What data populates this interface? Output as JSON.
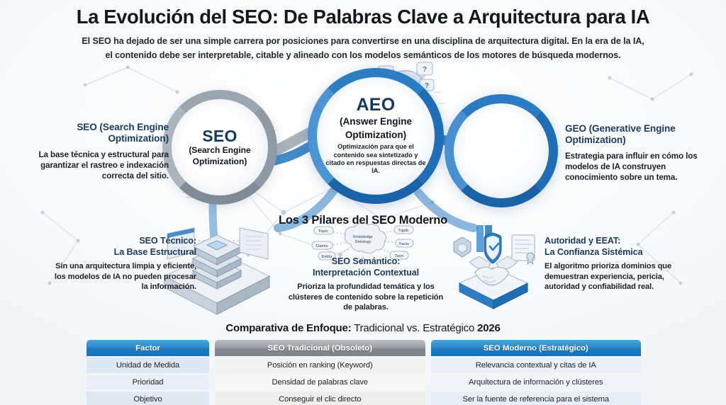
{
  "header": {
    "title": "La Evolución del SEO: De Palabras Clave a Arquitectura para IA",
    "subtitle_line1": "El SEO ha dejado de ser una simple carrera por posiciones para convertirse en una disciplina de arquitectura digital. En la era de la IA,",
    "subtitle_line2": "el contenido debe ser interpretable, citable y alineado con los modelos semánticos de los motores de búsqueda modernos."
  },
  "circles": [
    {
      "id": "seo",
      "acronym": "SEO",
      "expansion_line1": "(Search Engine",
      "expansion_line2": "Optimization)",
      "body": "",
      "ring_color": "#8e9aa5",
      "graphic": "circuit-board-icon"
    },
    {
      "id": "aeo",
      "acronym": "AEO",
      "expansion_line1": "(Answer Engine",
      "expansion_line2": "Optimization)",
      "body": "Optimización para que el contenido sea sintetizado y citado en respuestas directas de IA.",
      "ring_color": "#1f6fb8",
      "graphic": "ai-brain-head-icon"
    },
    {
      "id": "geo",
      "acronym": "",
      "expansion_line1": "",
      "expansion_line2": "",
      "body": "",
      "ring_color": "#1e6db5",
      "graphic": "isometric-cubes-network-icon"
    }
  ],
  "side_blocks": {
    "left": {
      "heading_line1": "SEO (Search Engine",
      "heading_line2": "Optimization)",
      "body": "La base técnica y estructural para garantizar el rastreo e indexación correcta del sitio."
    },
    "right": {
      "heading_line1": "GEO (Generative Engine",
      "heading_line2": "Optimization)",
      "body": "Estrategia para influir en cómo los modelos de IA construyen conocimiento sobre un tema."
    }
  },
  "pillars": {
    "title": "Los 3 Pilares del SEO Moderno",
    "items": [
      {
        "heading_line1": "SEO Técnico:",
        "heading_line2": "La Base Estructural",
        "body": "Sin una arquitectura limpia y eficiente, los modelos de IA no pueden procesar la información.",
        "graphic": "server-stack-icon"
      },
      {
        "heading_line1": "SEO Semántico:",
        "heading_line2": "Interpretación Contextual",
        "body": "Prioriza la profundidad temática y los clústeres de contenido sobre la repetición de palabras.",
        "graphic": "knowledge-graph-icon",
        "graph_center_label": "Knowledge Ontology",
        "graph_node_labels": [
          "Topic",
          "Topic",
          "Claims",
          "Facts",
          "Entity",
          "Topic"
        ]
      },
      {
        "heading_line1": "Autoridad y EEAT:",
        "heading_line2": "La Confianza Sistémica",
        "body": "El algoritmo prioriza dominios que demuestran experiencia, pericia, autoridad y confiabilidad real.",
        "graphic": "handshake-shield-certificate-icon"
      }
    ]
  },
  "table": {
    "title_bold_1": "Comparativa de Enfoque:",
    "title_light": " Tradicional vs. Estratégico ",
    "title_bold_2": "2026",
    "headers": [
      "Factor",
      "SEO Tradicional (Obsoleto)",
      "SEO Moderno (Estratégico)"
    ],
    "header_colors": [
      "#1e79bf",
      "#83898f",
      "#1e79bf"
    ],
    "rows": [
      [
        "Unidad de Medida",
        "Posición en ranking (Keyword)",
        "Relevancia contextual y citas de IA"
      ],
      [
        "Prioridad",
        "Densidad de palabras clave",
        "Arquitectura de información y clústeres"
      ],
      [
        "Objetivo",
        "Conseguir el clic directo",
        "Ser la fuente de referencia para el sistema"
      ]
    ]
  },
  "colors": {
    "accent_blue": "#1e79bf",
    "deep_navy": "#1b3a5e",
    "neutral_gray": "#8e9aa5",
    "text_dark": "#1c2127"
  }
}
